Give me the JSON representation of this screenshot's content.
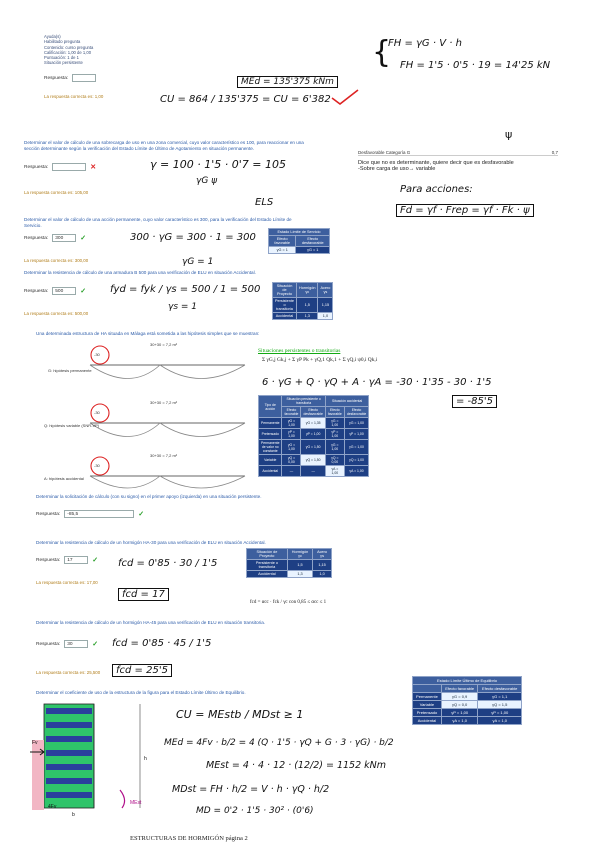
{
  "header": {
    "lines": [
      "Ayuda(s)",
      "Habilitado pregunta",
      "Contenido: curso pregunta",
      "Calificación: 1,00 de 1,00",
      "Puntuación: 1 de 1",
      "Situación persistente"
    ],
    "answer_label": "Respuesta:",
    "correct_text": "La respuesta correcta es: 1,00"
  },
  "hand": {
    "fh1": "FH = γG · V · h",
    "fh2": "FH = 1'5 · 0'5 · 19 = 14'25 kN",
    "med": "MEd = 135'375 kNm",
    "cu": "CU = 864 / 135'375 = CU = 6'382",
    "psi": "ψ",
    "gamma_formula": "γ = 100 · 1'5 · 0'7 = 105",
    "gamma_sub": "γG  ψ",
    "els": "ELS",
    "calc300": "300 · γG = 300 · 1 = 300",
    "gammag1": "γG = 1",
    "fyd": "fyd = fyk / γs = 500 / 1 = 500",
    "gammas1": "γs = 1",
    "combo": "6 · γG + Q · γQ + A · γA = -30 · 1'35 - 30 · 1'5",
    "combo_res": "= -85'5",
    "acciones_title": "Para acciones:",
    "fd": "Fd = γf · Frep = γf · Fk · ψ",
    "fcd1": "fcd = 0'85 · 30 / 1'5",
    "fcd1_res": "fcd = 17",
    "fcd2": "fcd = 0'85 · 45 / 1'5",
    "fcd2_res": "fcd = 25'5",
    "cu2": "CU = MEstb / MDst ≥ 1",
    "meq": "MEd = 4Fv · b/2 = 4 (Q · 1'5 · γQ + G · 3 · γG) · b/2",
    "mest": "MEst = 4 · 4 · 12 · (12/2) = 1152 kNm",
    "mdst": "MDst = FH · h/2 = V · h · γQ · h/2",
    "mlast": "MD = 0'2 · 1'5 · 30² · (0'6)"
  },
  "note": {
    "line1": "Dice que no es determinante, quiere decir que es desfavorable",
    "line2": "-Sobre carga de uso→ variable",
    "row_label": "Desfavorable Categoría G",
    "row_val": "0,7"
  },
  "questions": [
    {
      "text": "Determinar el valor de cálculo de una sobrecarga de uso en una zona comercial, cuyo valor característico es 100, para reaccionar en una sección determinante según la verificación del Estado Límite de Último de Agotamiento en situación permanente.",
      "answer_label": "Respuesta:",
      "answer": "",
      "mark": "✕",
      "correct": "La respuesta correcta es: 105,00"
    },
    {
      "text": "Determinar el valor de cálculo de una acción permanente, cuyo valor característico es 300, para la verificación del Estado Límite de Servicio.",
      "answer_label": "Respuesta:",
      "answer": "300",
      "mark": "✓",
      "correct": "La respuesta correcta es: 300,00"
    },
    {
      "text": "Determinar la resistencia de cálculo de una armadura B 500 para una verificación de ELU en situación Accidental.",
      "answer_label": "Respuesta:",
      "answer": "500",
      "mark": "✓",
      "correct": "La respuesta correcta es: 500,00"
    },
    {
      "text": "Una determinada estructura de HA situada en Málaga está sometida a las hipótesis simples que se muestran:",
      "beam_labels": [
        "G: hipótesis permanente",
        "Q: hipótesis variable (SNR-VP)",
        "A: hipótesis accidental"
      ],
      "moments": [
        "-30",
        "-30",
        "-30"
      ],
      "loads": [
        "30+30 = 7,2 m²",
        "30+30 = 7,2 m²",
        "30+30 = 7,2 m²"
      ]
    },
    {
      "text": "Determinar la solicitación de cálculo (con su signo) en el primer apoyo (izquierda) en una situación persistente.",
      "answer_label": "Respuesta:",
      "answer": "-85,5",
      "mark": "✓"
    },
    {
      "text": "Determinar la resistencia de cálculo de un hormigón HA-30 para una verificación de ELU en situación Accidental.",
      "answer_label": "Respuesta:",
      "answer": "17",
      "mark": "✓",
      "correct": "La respuesta correcta es: 17,00"
    },
    {
      "text": "Determinar la resistencia de cálculo de un hormigón HA-45 para una verificación de ELU en situación transitoria.",
      "answer_label": "Respuesta:",
      "answer": "30",
      "mark": "✓",
      "correct": "La respuesta correcta es: 25,500"
    },
    {
      "text": "Determinar el coeficiente de uso de la estructura de la figura para el Estado Límite Último de Equilibrio."
    }
  ],
  "tables": {
    "els": {
      "title": "Estado Límite de Servicio",
      "headers": [
        "Efecto favorable",
        "Efecto desfavorable"
      ],
      "rows": [
        [
          "γG = 1",
          "γG = 1"
        ]
      ]
    },
    "steel": {
      "title": "Situación de Proyecto",
      "headers": [
        "Hormigón γc",
        "Acero γs"
      ],
      "rows": [
        [
          "Persistente o transitoria",
          "1,5",
          "1,15"
        ],
        [
          "Accidental",
          "1,3",
          "1,0"
        ]
      ]
    },
    "combo_label": "Situaciones persistentes o transitorias",
    "combo_formula": "Σ γG,j Gk,j + Σ γP Pk + γQ,1 Qk,1 + Σ γQ,i ψ0,i Qk,i",
    "combo_table": {
      "title": "Tipo de acción",
      "headers": [
        "Situación persistente o transitoria",
        "Situación accidental"
      ],
      "sub": [
        "Efecto favorable",
        "Efecto desfavorable",
        "Efecto favorable",
        "Efecto desfavorable"
      ],
      "rows": [
        [
          "Permanente",
          "γG = 1,00",
          "γG = 1,35",
          "γG = 1,00",
          "γG = 1,00"
        ],
        [
          "Pretensado",
          "γP = 1,00",
          "γP = 1,00",
          "γP = 1,00",
          "γP = 1,00"
        ],
        [
          "Permanente de valor no constante",
          "γG = 1,00",
          "γG = 1,50",
          "γG = 1,00",
          "γG = 1,00"
        ],
        [
          "Variable",
          "γQ = 0,00",
          "γQ = 1,50",
          "γQ = 0,00",
          "γQ = 1,00"
        ],
        [
          "Accidental",
          "—",
          "—",
          "γA = 1,00",
          "γA = 1,00"
        ]
      ]
    },
    "concrete": {
      "title": "Situación de Proyecto",
      "headers": [
        "Hormigón γc",
        "Acero γs"
      ],
      "rows": [
        [
          "Persistente o transitoria",
          "1,5",
          "1,15"
        ],
        [
          "Accidental",
          "1,3",
          "1,0"
        ]
      ]
    },
    "concrete_note": "fcd = αcc · fck / γc     con  0,85 ≤ αcc ≤ 1",
    "equilibrium": {
      "title": "Estado Límite Último de Equilibrio",
      "headers": [
        "Efecto favorable",
        "Efecto desfavorable"
      ],
      "rows": [
        [
          "Permanente",
          "γG = 0,9",
          "γG = 1,1"
        ],
        [
          "Variable",
          "γQ = 0,0",
          "γQ = 1,5"
        ],
        [
          "Pretensado",
          "γP = 1,00",
          "γP = 1,00"
        ],
        [
          "Accidental",
          "γA = 1,0",
          "γA = 1,0"
        ]
      ]
    }
  },
  "figure": {
    "labels": [
      "Fv",
      "4Fv",
      "h",
      "b",
      "MEst"
    ]
  },
  "footer": {
    "text": "ESTRUCTURAS DE HORMIGÓN página 2"
  }
}
